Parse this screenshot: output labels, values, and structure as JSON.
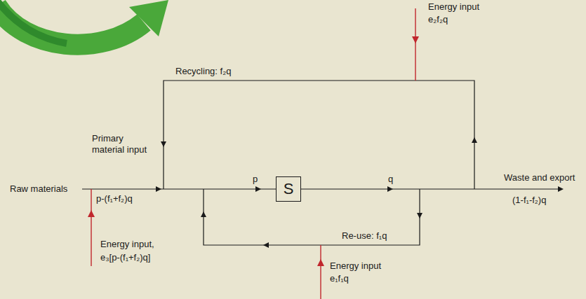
{
  "diagram": {
    "nodes": [
      {
        "text": [
          "S"
        ]
      }
    ],
    "labels": [
      "Energy input",
      "e₂f₂q",
      "Recycling: f₂q",
      "Primary material input",
      "p",
      "q",
      "Waste and export",
      "Raw materials",
      "p-(f₁+f₂)q",
      "(1-f₁-f₂)q",
      "Re-use: f₁q",
      "Energy input,",
      "e₃[p-(f₁+f₂)q]",
      "Energy input",
      "e₁f₁q"
    ]
  }
}
